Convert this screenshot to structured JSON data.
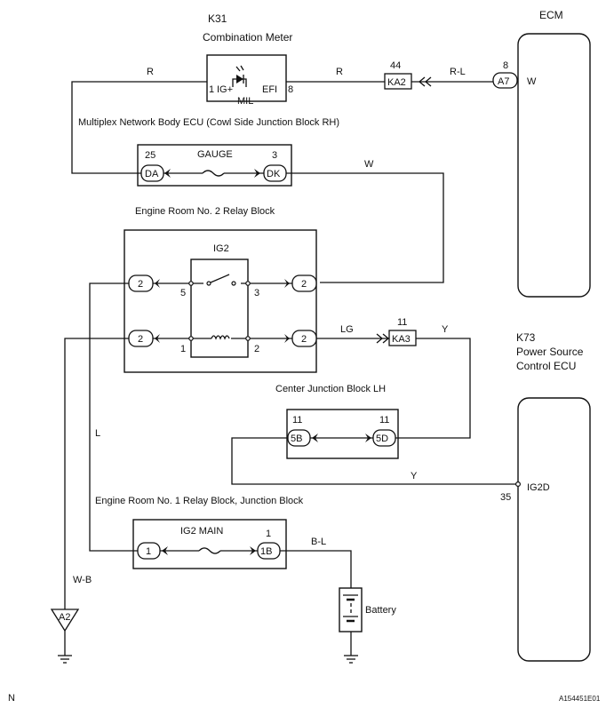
{
  "components": {
    "combination_meter": {
      "code": "K31",
      "name": "Combination Meter",
      "pin_in_num": "1",
      "pin_in": "IG+",
      "pin_out_num": "8",
      "pin_out": "EFI",
      "lamp": "MIL"
    },
    "ecm": {
      "title": "ECM",
      "pin_num": "8",
      "connector": "A7",
      "wire_color": "W"
    },
    "body_ecu": {
      "name": "Multiplex Network Body ECU (Cowl Side Junction Block RH)",
      "fuse": "GAUGE",
      "left_pin": "25",
      "left_conn": "DA",
      "right_pin": "3",
      "right_conn": "DK"
    },
    "relay_block_2": {
      "name": "Engine Room No. 2 Relay Block",
      "relay": "IG2",
      "conn": "2",
      "p5": "5",
      "p3": "3",
      "p1": "1",
      "p2": "2"
    },
    "ka2": {
      "pin": "44",
      "label": "KA2"
    },
    "ka3": {
      "pin": "11",
      "label": "KA3"
    },
    "center_jb": {
      "name": "Center Junction Block LH",
      "left_pin": "11",
      "left_conn": "5B",
      "right_pin": "11",
      "right_conn": "5D"
    },
    "power_ecu": {
      "code": "K73",
      "line1": "Power Source",
      "line2": "Control ECU",
      "pin_num": "35",
      "pin": "IG2D"
    },
    "relay_block_1": {
      "name": "Engine Room No. 1 Relay Block, Junction Block",
      "fuse": "IG2 MAIN",
      "left_conn": "1",
      "right_pin": "1",
      "right_conn": "1B"
    },
    "ground": {
      "label": "A2"
    },
    "battery": {
      "label": "Battery"
    }
  },
  "wires": {
    "r_left": "R",
    "r_right": "R",
    "r_l": "R-L",
    "w_gauge": "W",
    "lg": "LG",
    "y_top": "Y",
    "y_bottom": "Y",
    "l": "L",
    "b_l": "B-L",
    "w_b": "W-B"
  },
  "footer": {
    "left": "N",
    "right": "A154451E01"
  }
}
